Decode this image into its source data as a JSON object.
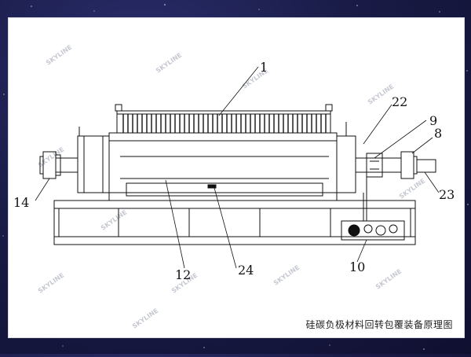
{
  "caption": "硅碳负极材料回转包覆装备原理图",
  "watermark": "SKYLINE",
  "labels": {
    "l1": "1",
    "l22": "22",
    "l9": "9",
    "l8": "8",
    "l23": "23",
    "l14": "14",
    "l12": "12",
    "l24": "24",
    "l10": "10"
  },
  "colors": {
    "background": "#1a1c48",
    "panel": "#ffffff",
    "line": "#111111"
  }
}
